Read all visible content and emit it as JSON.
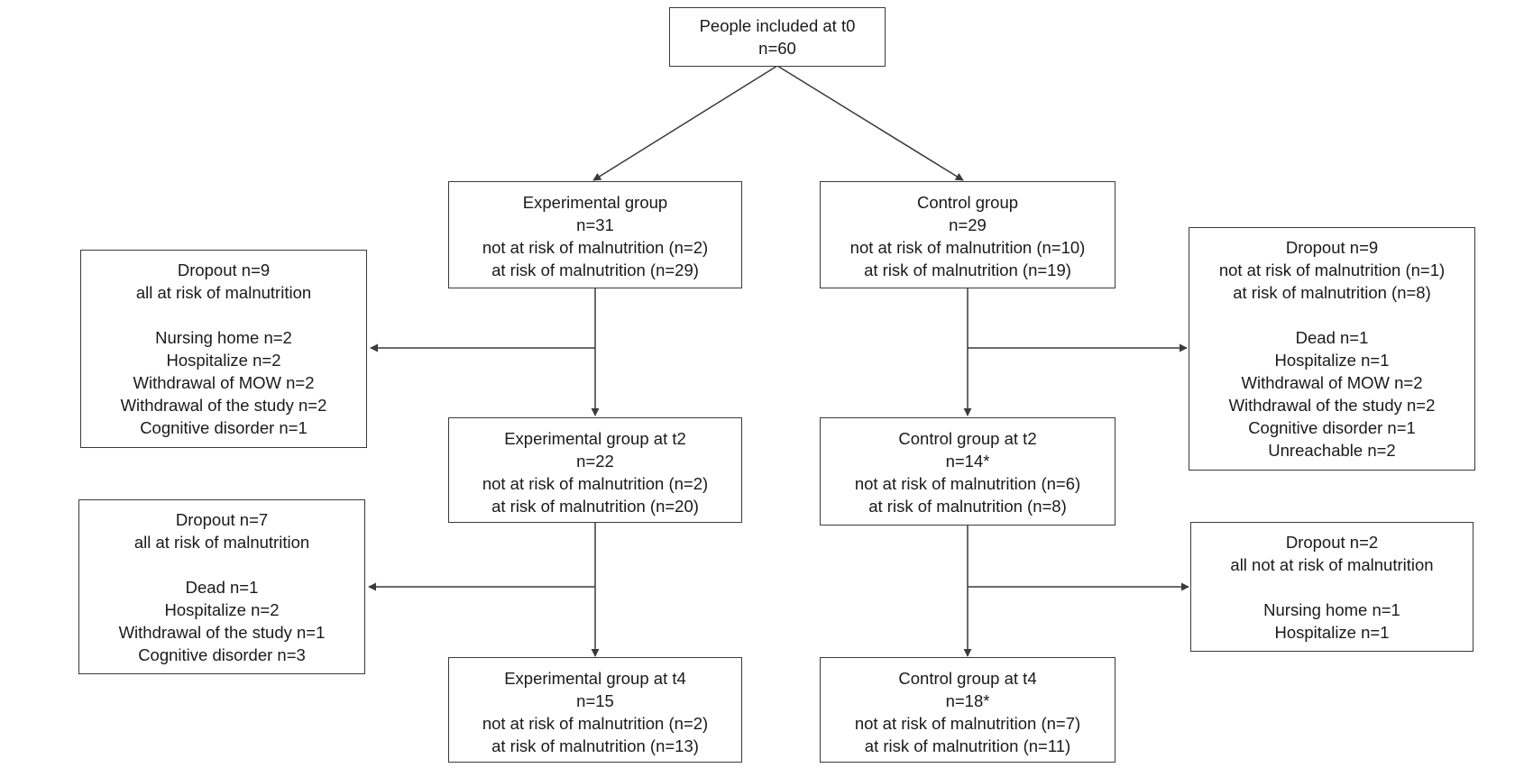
{
  "boxes": {
    "t0": {
      "lines": [
        "People included at t0",
        "n=60"
      ]
    },
    "exp_t0": {
      "lines": [
        "Experimental group",
        "n=31",
        "not at risk of malnutrition (n=2)",
        "at risk of malnutrition (n=29)"
      ]
    },
    "ctrl_t0": {
      "lines": [
        "Control group",
        "n=29",
        "not at risk of malnutrition (n=10)",
        "at risk of malnutrition (n=19)"
      ]
    },
    "drop_exp_1": {
      "lines": [
        "Dropout n=9",
        "all at risk of malnutrition",
        "",
        "Nursing home n=2",
        "Hospitalize n=2",
        "Withdrawal of MOW n=2",
        "Withdrawal of the study n=2",
        "Cognitive disorder n=1"
      ]
    },
    "drop_ctrl_1": {
      "lines": [
        "Dropout n=9",
        "not at risk of malnutrition (n=1)",
        "at risk of malnutrition (n=8)",
        "",
        "Dead n=1",
        "Hospitalize n=1",
        "Withdrawal of MOW n=2",
        "Withdrawal of the study n=2",
        "Cognitive disorder n=1",
        "Unreachable n=2"
      ]
    },
    "exp_t2": {
      "lines": [
        "Experimental group at t2",
        "n=22",
        "not at risk of malnutrition (n=2)",
        "at risk of malnutrition (n=20)"
      ]
    },
    "ctrl_t2": {
      "lines": [
        "Control group at t2",
        "n=14*",
        "not at risk of malnutrition (n=6)",
        "at risk of malnutrition (n=8)"
      ]
    },
    "drop_exp_2": {
      "lines": [
        "Dropout n=7",
        "all at risk of malnutrition",
        "",
        "Dead n=1",
        "Hospitalize n=2",
        "Withdrawal of the study n=1",
        "Cognitive disorder n=3"
      ]
    },
    "drop_ctrl_2": {
      "lines": [
        "Dropout n=2",
        "all not at risk of malnutrition",
        "",
        "Nursing home n=1",
        "Hospitalize n=1"
      ]
    },
    "exp_t4": {
      "lines": [
        "Experimental group at t4",
        "n=15",
        "not at risk of malnutrition (n=2)",
        "at risk of malnutrition (n=13)"
      ]
    },
    "ctrl_t4": {
      "lines": [
        "Control group at t4",
        "n=18*",
        "not at risk of malnutrition (n=7)",
        "at risk of malnutrition (n=11)"
      ]
    }
  },
  "colors": {
    "line": "#3a3a3a",
    "text": "#1a1a1a",
    "background": "#ffffff"
  }
}
